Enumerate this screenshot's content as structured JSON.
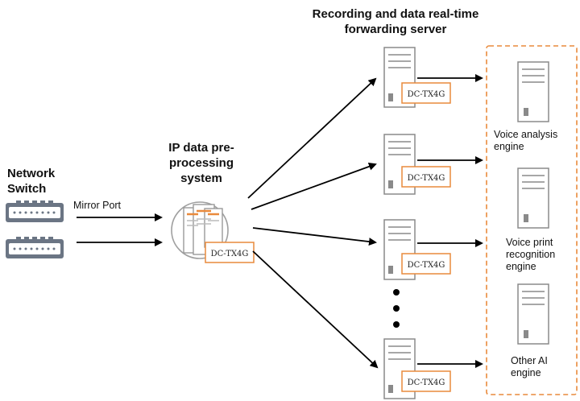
{
  "title": {
    "line1": "Recording and data real-time",
    "line2": "forwarding server"
  },
  "network_switch": {
    "line1": "Network",
    "line2": "Switch"
  },
  "mirror_port": "Mirror Port",
  "preprocessing": {
    "line1": "IP data pre-",
    "line2": "processing",
    "line3": "system",
    "tag": "DC-TX4G"
  },
  "servers": [
    {
      "tag": "DC-TX4G"
    },
    {
      "tag": "DC-TX4G"
    },
    {
      "tag": "DC-TX4G"
    },
    {
      "tag": "DC-TX4G"
    }
  ],
  "engines": {
    "voice_analysis": {
      "line1": "Voice analysis",
      "line2": "engine"
    },
    "voice_print": {
      "line1": "Voice print",
      "line2": "recognition",
      "line3": "engine"
    },
    "other_ai": {
      "line1": "Other AI",
      "line2": "engine"
    }
  },
  "colors": {
    "accent_orange": "#e98a3c",
    "server_gray": "#8a8a8a",
    "switch_dark": "#6b7584"
  }
}
